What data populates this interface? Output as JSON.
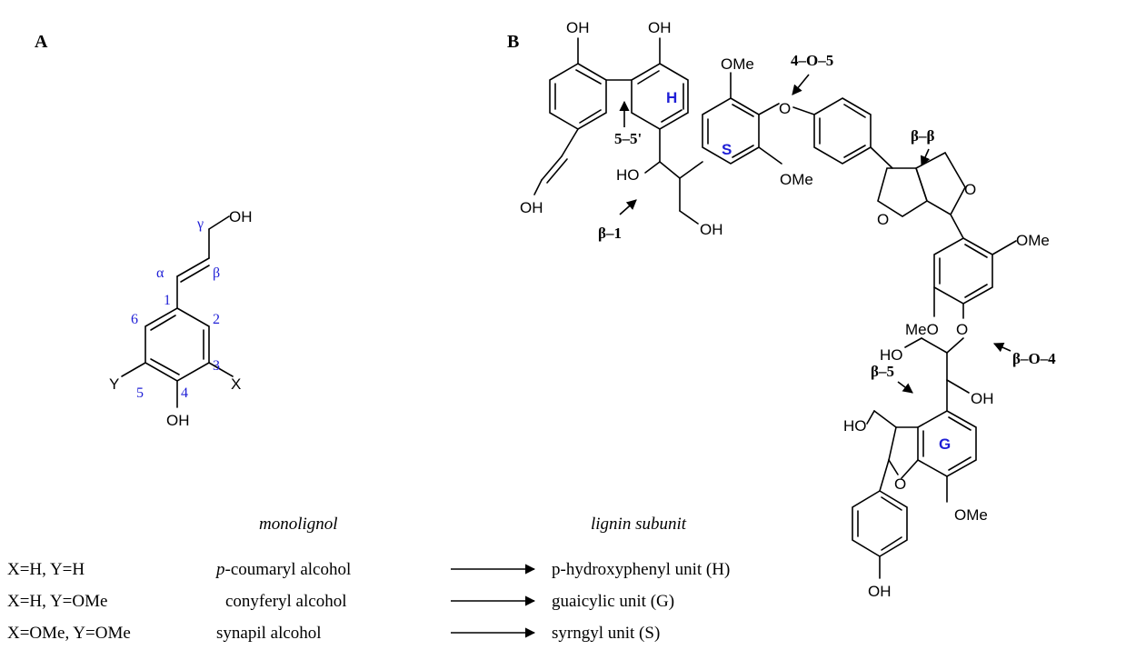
{
  "panels": {
    "a": "A",
    "b": "B"
  },
  "panel_a": {
    "atoms": {
      "oh_top": "OH",
      "oh_bottom": "OH",
      "x": "X",
      "y": "Y"
    },
    "numbering": {
      "gamma": "γ",
      "alpha": "α",
      "beta": "β",
      "c1": "1",
      "c2": "2",
      "c3": "3",
      "c4": "4",
      "c5": "5",
      "c6": "6"
    }
  },
  "panel_b": {
    "atoms": {
      "oh1": "OH",
      "oh2": "OH",
      "oh3": "OH",
      "ho1": "HO",
      "oh4": "OH",
      "ome1": "OMe",
      "ome2": "OMe",
      "o_ether1": "O",
      "o_ring1": "O",
      "o_ring2": "O",
      "ome3": "OMe",
      "meo": "MeO",
      "o_ether2": "O",
      "ho2": "HO",
      "oh5": "OH",
      "ho3": "HO",
      "o_ring3": "O",
      "ome4": "OMe",
      "oh6": "OH"
    },
    "rings": {
      "h": "H",
      "s": "S",
      "g": "G"
    },
    "linkages": {
      "l55": "5–5'",
      "l405": "4–O–5",
      "lbb": "β–β",
      "lb1": "β–1",
      "lbo4": "β–O–4",
      "lb5": "β–5"
    }
  },
  "table": {
    "header_monolignol": "monolignol",
    "header_subunit": "lignin subunit",
    "rows": [
      {
        "substituents": "X=H, Y=H",
        "monolignol_prefix": "p",
        "monolignol_rest": "-coumaryl alcohol",
        "subunit": "p-hydroxyphenyl unit (H)"
      },
      {
        "substituents": "X=H, Y=OMe",
        "monolignol_prefix": "",
        "monolignol_rest": "conyferyl alcohol",
        "subunit": "guaicylic unit (G)"
      },
      {
        "substituents": "X=OMe, Y=OMe",
        "monolignol_prefix": "",
        "monolignol_rest": "synapil alcohol",
        "subunit": "syrngyl unit (S)"
      }
    ]
  },
  "colors": {
    "label_blue": "#1f1fd6",
    "ink": "#000000"
  }
}
